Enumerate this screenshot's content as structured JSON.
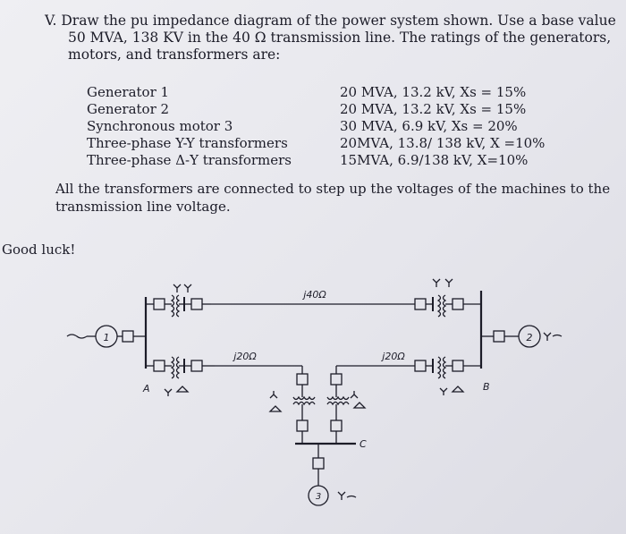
{
  "problem": {
    "number": "V.",
    "line1": "Draw the pu impedance diagram of the power system shown.  Use a base value",
    "line2": "50 MVA, 138 KV in the 40 Ω transmission line.  The ratings of the generators,",
    "line3": "motors, and transformers are:"
  },
  "ratings": [
    {
      "label": "Generator 1",
      "value": "20 MVA, 13.2 kV, Xs = 15%"
    },
    {
      "label": "Generator 2",
      "value": "20 MVA, 13.2 kV, Xs = 15%"
    },
    {
      "label": "Synchronous motor 3",
      "value": "30 MVA,  6.9 kV, Xs = 20%"
    },
    {
      "label": "Three-phase Y-Y transformers",
      "value": "20MVA, 13.8/ 138 kV, X =10%"
    },
    {
      "label": "Three-phase Δ-Y transformers",
      "value": "15MVA,  6.9/138 kV, X=10%"
    }
  ],
  "note": {
    "line1": "All the transformers are connected to step up the voltages of the machines to the",
    "line2": "transmission line voltage."
  },
  "closing": "Good luck!",
  "diagram": {
    "gen1_label": "1",
    "gen2_label": "2",
    "motor3_label": "3",
    "line_top_impedance": "j40Ω",
    "line_left_impedance": "j20Ω",
    "line_right_impedance": "j20Ω",
    "bus_a_label": "A",
    "bus_b_label": "B",
    "bus_c_label": "C"
  }
}
